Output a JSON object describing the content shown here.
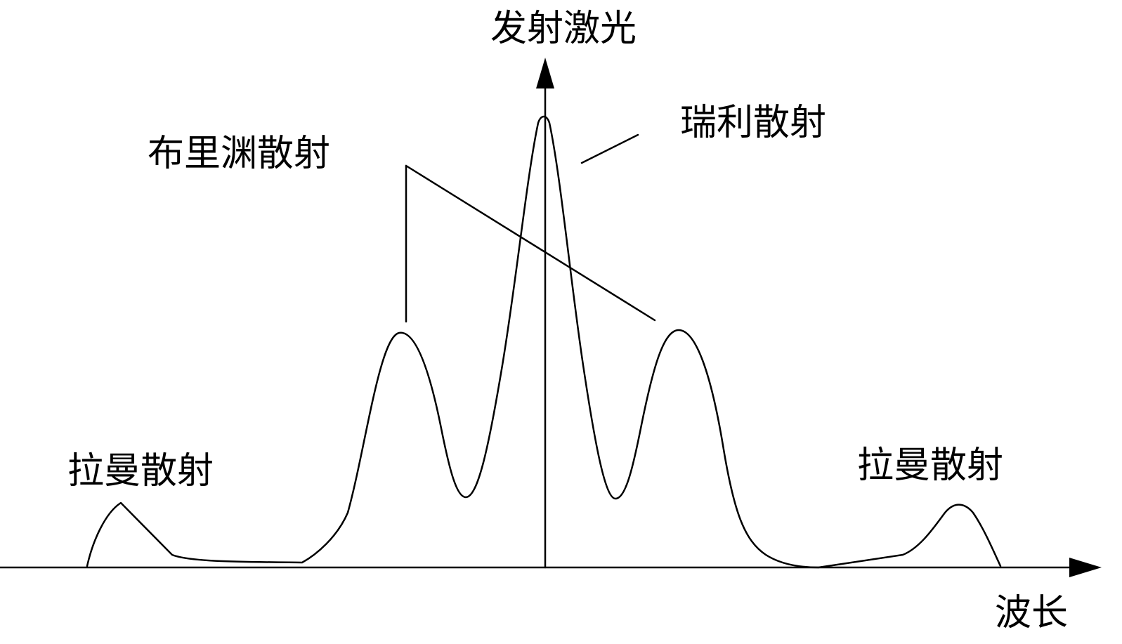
{
  "labels": {
    "emitted_laser": "发射激光",
    "rayleigh_scattering": "瑞利散射",
    "brillouin_scattering": "布里渊散射",
    "raman_scattering_left": "拉曼散射",
    "raman_scattering_right": "拉曼散射",
    "wavelength": "波长"
  },
  "colors": {
    "line": "#000000",
    "background": "#ffffff"
  }
}
